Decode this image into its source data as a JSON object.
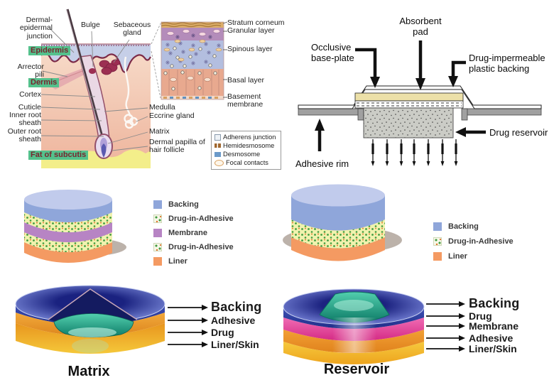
{
  "skin": {
    "labels": {
      "dermal_epidermal_junction": [
        "Dermal-",
        "epidermal",
        "junction"
      ],
      "bulge": "Bulge",
      "sebaceous_gland": [
        "Sebaceous",
        "gland"
      ],
      "epidermis": "Epidermis",
      "arrector_pili": [
        "Arrector",
        "pili"
      ],
      "dermis": "Dermis",
      "cortex": "Cortex",
      "cuticle": "Cuticle",
      "inner_root_sheath": [
        "Inner root",
        "sheath"
      ],
      "outer_root_sheath": [
        "Outer root",
        "sheath"
      ],
      "fat_of_subcutis": "Fat of subcutis",
      "medulla": "Medulla",
      "eccrine_gland": "Eccrine gland",
      "matrix": "Matrix",
      "dermal_papilla": [
        "Dermal papilla of",
        "hair follicle"
      ]
    },
    "inset_labels": {
      "stratum_corneum": "Stratum corneum",
      "granular_layer": "Granular layer",
      "spinous_layer": "Spinous layer",
      "basal_layer": "Basal layer",
      "basement_membrane": [
        "Basement",
        "membrane"
      ]
    },
    "junction_legend": [
      "Adherens junction",
      "Hemidesmosome",
      "Desmosome",
      "Focal contacts"
    ]
  },
  "patch": {
    "labels": {
      "absorbent_pad": [
        "Absorbent",
        "pad"
      ],
      "occlusive_base_plate": [
        "Occlusive",
        "base-plate"
      ],
      "drug_impermeable_backing": [
        "Drug-impermeable",
        "plastic backing"
      ],
      "drug_reservoir": "Drug reservoir",
      "adhesive_rim": "Adhesive rim"
    }
  },
  "matrix_system": {
    "legend": [
      {
        "label": "Backing"
      },
      {
        "label": "Drug-in-Adhesive"
      },
      {
        "label": "Membrane"
      },
      {
        "label": "Drug-in-Adhesive"
      },
      {
        "label": "Liner"
      }
    ],
    "layer_labels": [
      "Backing",
      "Adhesive",
      "Drug",
      "Liner/Skin"
    ],
    "title": "Matrix"
  },
  "reservoir_system": {
    "legend": [
      {
        "label": "Backing"
      },
      {
        "label": "Drug-in-Adhesive"
      },
      {
        "label": "Liner"
      }
    ],
    "layer_labels": [
      "Backing",
      "Drug",
      "Membrane",
      "Adhesive",
      "Liner/Skin"
    ],
    "title": "Reservoir"
  },
  "colors": {
    "highlight_green": "#54c18c",
    "highlight_text": "#78252f",
    "backing_blue": "#8fa6da",
    "membrane_purple": "#b784c4",
    "liner_orange": "#f49a62",
    "drug_in_adhesive": "#f0f2ae",
    "absorbent_pad_yellow": "#ece0a8",
    "reservoir_gray": "#cbccc6",
    "reservoir_magenta": "#e2368e",
    "drug_teal": "#2aa890",
    "backing_navy": "#222e86"
  }
}
